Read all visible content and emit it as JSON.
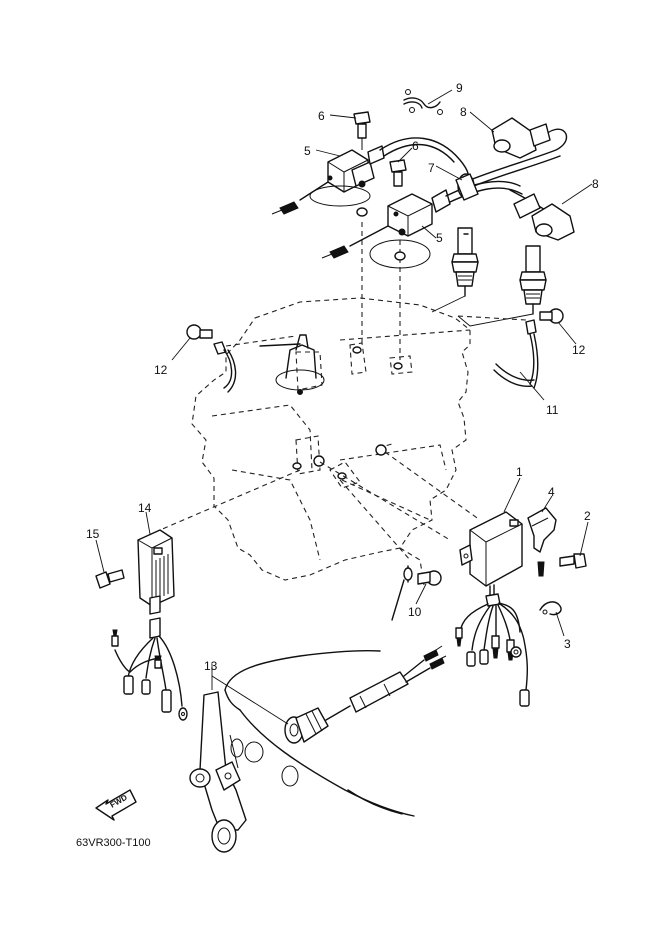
{
  "diagram": {
    "drawing_code": "63VR300-T100",
    "fwd_label": "FWD",
    "callouts": [
      {
        "id": "c1",
        "label": "1"
      },
      {
        "id": "c2",
        "label": "2"
      },
      {
        "id": "c3",
        "label": "3"
      },
      {
        "id": "c4",
        "label": "4"
      },
      {
        "id": "c5a",
        "label": "5"
      },
      {
        "id": "c5b",
        "label": "5"
      },
      {
        "id": "c6a",
        "label": "6"
      },
      {
        "id": "c6b",
        "label": "6"
      },
      {
        "id": "c7",
        "label": "7"
      },
      {
        "id": "c8a",
        "label": "8"
      },
      {
        "id": "c8b",
        "label": "8"
      },
      {
        "id": "c9",
        "label": "9"
      },
      {
        "id": "c10",
        "label": "10"
      },
      {
        "id": "c11",
        "label": "11"
      },
      {
        "id": "c12a",
        "label": "12"
      },
      {
        "id": "c12b",
        "label": "12"
      },
      {
        "id": "c13",
        "label": "13"
      },
      {
        "id": "c14",
        "label": "14"
      },
      {
        "id": "c15",
        "label": "15"
      }
    ]
  }
}
